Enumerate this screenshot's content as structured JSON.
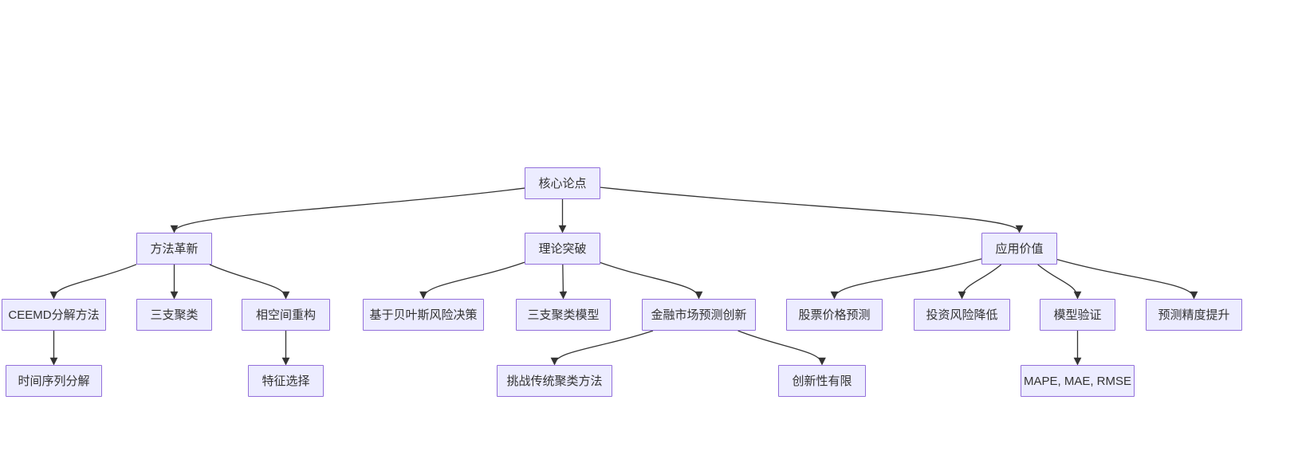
{
  "diagram": {
    "type": "flowchart-top-down",
    "root_label": "核心论点",
    "nodes": [
      {
        "id": "core",
        "label": "核心论点",
        "level": 1
      },
      {
        "id": "method",
        "label": "方法革新",
        "level": 2
      },
      {
        "id": "theory",
        "label": "理论突破",
        "level": 2
      },
      {
        "id": "value",
        "label": "应用价值",
        "level": 2
      },
      {
        "id": "ceemd",
        "label": "CEEMD分解方法",
        "level": 3
      },
      {
        "id": "cluster3",
        "label": "三支聚类",
        "level": 3
      },
      {
        "id": "phase",
        "label": "相空间重构",
        "level": 3
      },
      {
        "id": "bayes",
        "label": "基于贝叶斯风险决策",
        "level": 3
      },
      {
        "id": "model3",
        "label": "三支聚类模型",
        "level": 3
      },
      {
        "id": "finance",
        "label": "金融市场预测创新",
        "level": 3
      },
      {
        "id": "stock",
        "label": "股票价格预测",
        "level": 3
      },
      {
        "id": "risk",
        "label": "投资风险降低",
        "level": 3
      },
      {
        "id": "valid",
        "label": "模型验证",
        "level": 3
      },
      {
        "id": "precision",
        "label": "预测精度提升",
        "level": 3
      },
      {
        "id": "tsd",
        "label": "时间序列分解",
        "level": 4
      },
      {
        "id": "feat",
        "label": "特征选择",
        "level": 4
      },
      {
        "id": "challenge",
        "label": "挑战传统聚类方法",
        "level": 4
      },
      {
        "id": "limited",
        "label": "创新性有限",
        "level": 4
      },
      {
        "id": "metrics",
        "label": "MAPE, MAE, RMSE",
        "level": 4
      }
    ],
    "edges": [
      {
        "from": "core",
        "to": "method"
      },
      {
        "from": "core",
        "to": "theory"
      },
      {
        "from": "core",
        "to": "value"
      },
      {
        "from": "method",
        "to": "ceemd"
      },
      {
        "from": "method",
        "to": "cluster3"
      },
      {
        "from": "method",
        "to": "phase"
      },
      {
        "from": "theory",
        "to": "bayes"
      },
      {
        "from": "theory",
        "to": "model3"
      },
      {
        "from": "theory",
        "to": "finance"
      },
      {
        "from": "value",
        "to": "stock"
      },
      {
        "from": "value",
        "to": "risk"
      },
      {
        "from": "value",
        "to": "valid"
      },
      {
        "from": "value",
        "to": "precision"
      },
      {
        "from": "ceemd",
        "to": "tsd"
      },
      {
        "from": "phase",
        "to": "feat"
      },
      {
        "from": "finance",
        "to": "challenge"
      },
      {
        "from": "finance",
        "to": "limited"
      },
      {
        "from": "valid",
        "to": "metrics"
      }
    ]
  },
  "colors": {
    "node_fill": "#ECECFF",
    "node_border": "#9370DB",
    "edge": "#333333",
    "text": "#333333",
    "background": "#FFFFFF"
  }
}
